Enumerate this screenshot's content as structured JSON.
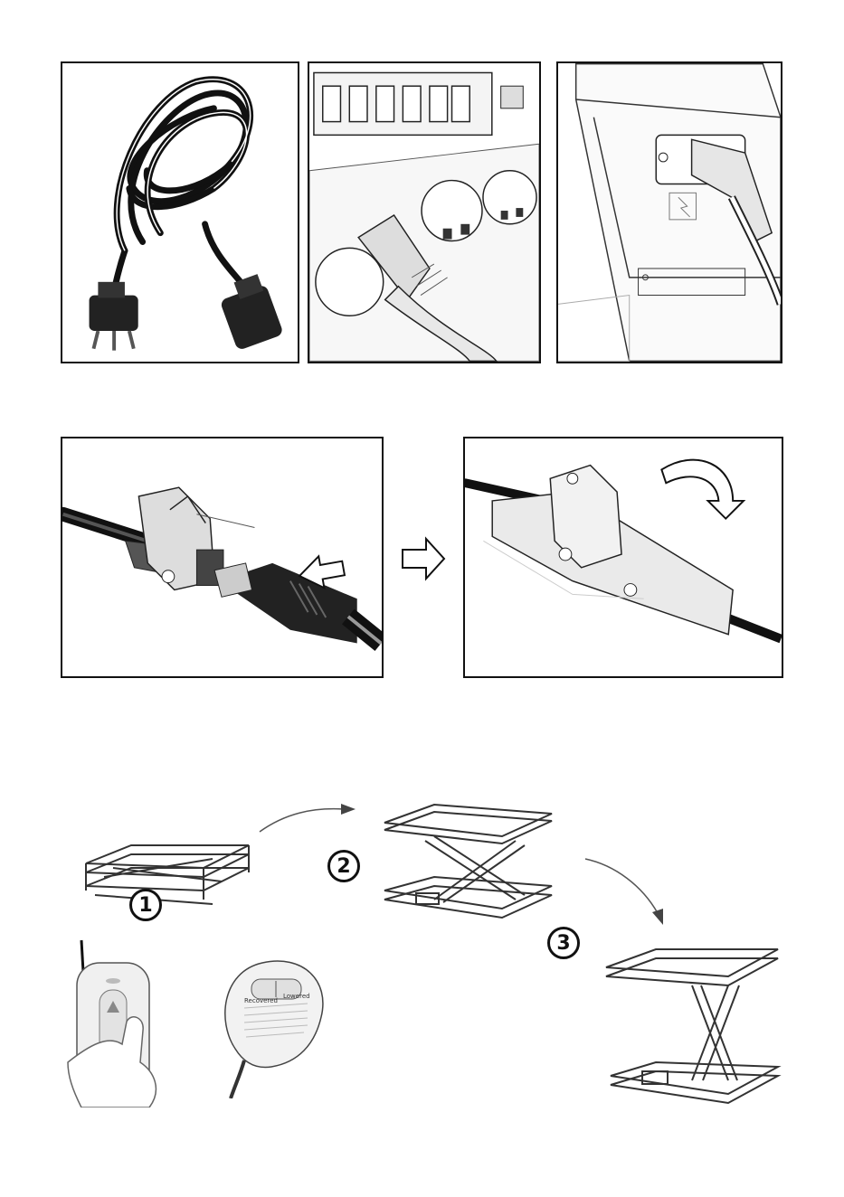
{
  "steps": {
    "step1": "1",
    "step2": "2",
    "step3": "3"
  },
  "handset": {
    "left_label": "Recovered",
    "right_label": "Lowered"
  },
  "icons": {
    "power_cord": "power-cord-icon",
    "wall_socket": "wall-socket-icon",
    "device_inlet": "device-inlet-icon",
    "connector_insert": "connector-insert-icon",
    "connector_locked": "connector-locked-icon",
    "arrow_right": "arrow-right-icon",
    "rotate_arrow": "rotate-clockwise-icon"
  }
}
